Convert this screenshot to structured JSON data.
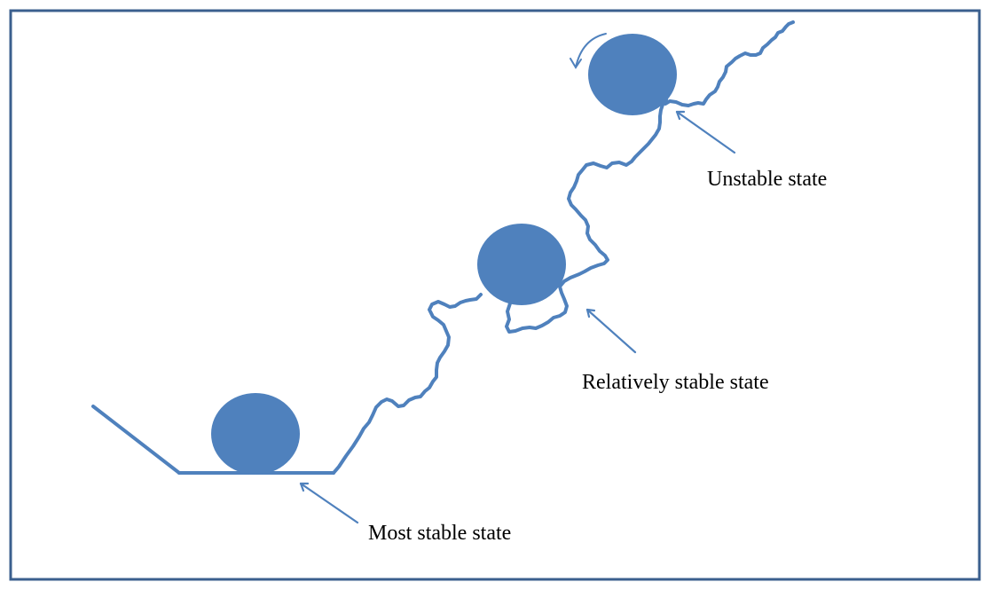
{
  "labels": {
    "unstable": "Unstable state",
    "relatively_stable": "Relatively stable state",
    "most_stable": "Most stable state"
  },
  "colors": {
    "frame": "#3b5f8e",
    "terrain": "#4f81bd",
    "ball": "#4f81bd",
    "text": "#000000"
  },
  "icons": {
    "rotation_indicator": "curved-arrow-icon",
    "pointer": "arrow-pointer-icon"
  }
}
